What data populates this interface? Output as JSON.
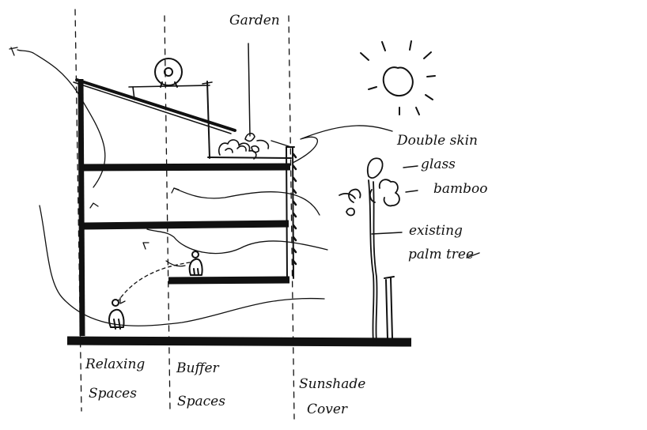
{
  "labels": {
    "garden": "Garden",
    "double_skin": "Double skin",
    "glass": "glass",
    "bamboo": "bamboo",
    "existing": "existing",
    "palm_tree": "palm tree",
    "relaxing": "Relaxing",
    "spaces_1": "Spaces",
    "buffer": "Buffer",
    "spaces_2": "Spaces",
    "sunshade": "Sunshade",
    "cover": "Cover"
  },
  "colors": {
    "ink": "#111111",
    "paper": "#ffffff"
  },
  "icons": [
    "sun-icon",
    "person-icon",
    "plant-icon",
    "palm-tree-icon",
    "airflow-arrow-icon"
  ]
}
